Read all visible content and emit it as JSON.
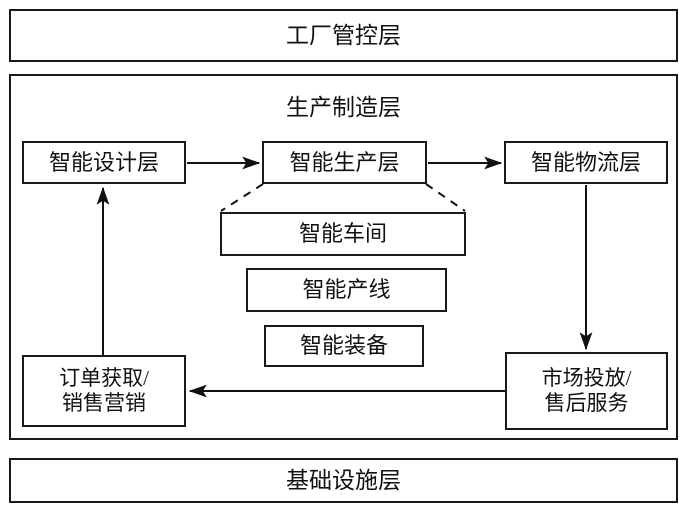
{
  "diagram": {
    "title_top": "工厂管控层",
    "title_bottom": "基础设施层",
    "middle_band_title": "生产制造层",
    "nodes": {
      "design": "智能设计层",
      "production": "智能生产层",
      "logistics": "智能物流层",
      "workshop": "智能车间",
      "line": "智能产线",
      "equipment": "智能装备",
      "order": "订单获取/\n销售营销",
      "market": "市场投放/\n售后服务"
    },
    "colors": {
      "stroke": "#1a1a1a",
      "text": "#111111",
      "background": "#ffffff"
    },
    "connectors": [
      {
        "name": "design-to-production",
        "style": "solid-arrow"
      },
      {
        "name": "production-to-logistics",
        "style": "solid-arrow"
      },
      {
        "name": "logistics-to-market",
        "style": "solid-arrow"
      },
      {
        "name": "market-to-order",
        "style": "solid-arrow"
      },
      {
        "name": "order-to-design",
        "style": "solid-arrow"
      },
      {
        "name": "production-to-workshop-left",
        "style": "dashed"
      },
      {
        "name": "production-to-workshop-right",
        "style": "dashed"
      }
    ]
  }
}
